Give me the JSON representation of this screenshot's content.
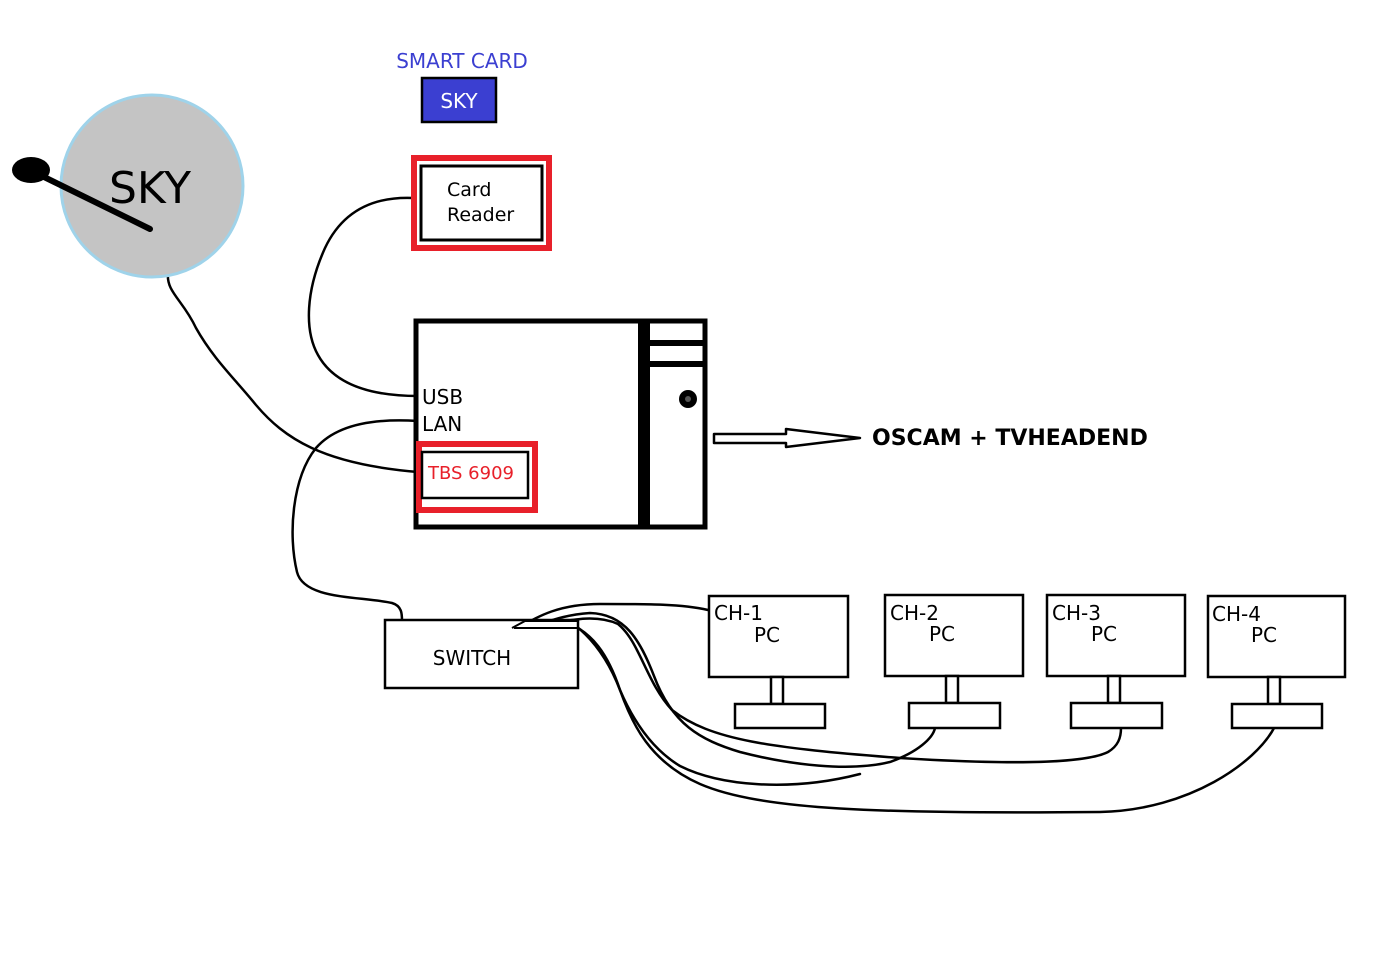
{
  "dish": {
    "label": "SKY"
  },
  "smart_card": {
    "title": "SMART CARD",
    "label": "SKY"
  },
  "card_reader": {
    "line1": "Card",
    "line2": "Reader"
  },
  "server": {
    "port_usb": "USB",
    "port_lan": "LAN",
    "tuner_card": "TBS 6909",
    "software": "OSCAM + TVHEADEND"
  },
  "switch": {
    "label": "SWITCH"
  },
  "clients": [
    {
      "channel": "CH-1",
      "type": "PC"
    },
    {
      "channel": "CH-2",
      "type": "PC"
    },
    {
      "channel": "CH-3",
      "type": "PC"
    },
    {
      "channel": "CH-4",
      "type": "PC"
    }
  ],
  "colors": {
    "highlight_red": "#e8202a",
    "smart_card_blue": "#3b3fd1",
    "dish_fill": "#c4c4c4",
    "dish_rim": "#9fd3ea"
  }
}
